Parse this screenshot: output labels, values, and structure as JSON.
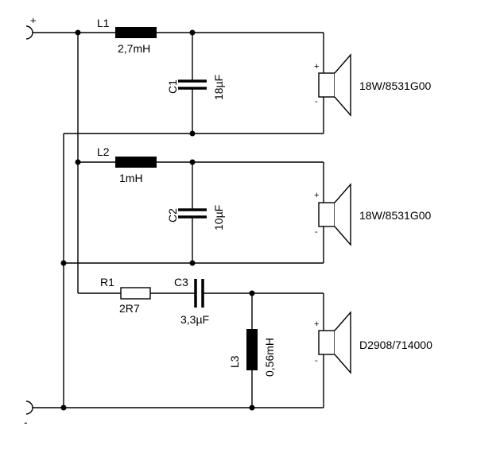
{
  "terminals": {
    "plus": "+",
    "minus": "-"
  },
  "branches": [
    {
      "inductor": {
        "name": "L1",
        "value": "2,7mH"
      },
      "capacitor": {
        "name": "C1",
        "value": "18µF"
      },
      "speaker": {
        "name": "18W/8531G00",
        "plus": "+",
        "minus": "-"
      }
    },
    {
      "inductor": {
        "name": "L2",
        "value": "1mH"
      },
      "capacitor": {
        "name": "C2",
        "value": "10µF"
      },
      "speaker": {
        "name": "18W/8531G00",
        "plus": "+",
        "minus": "-"
      }
    },
    {
      "resistor": {
        "name": "R1",
        "value": "2R7"
      },
      "capacitor": {
        "name": "C3",
        "value": "3,3µF"
      },
      "inductor": {
        "name": "L3",
        "value": "0,56mH"
      },
      "speaker": {
        "name": "D2908/714000",
        "plus": "+",
        "minus": "-"
      }
    }
  ]
}
